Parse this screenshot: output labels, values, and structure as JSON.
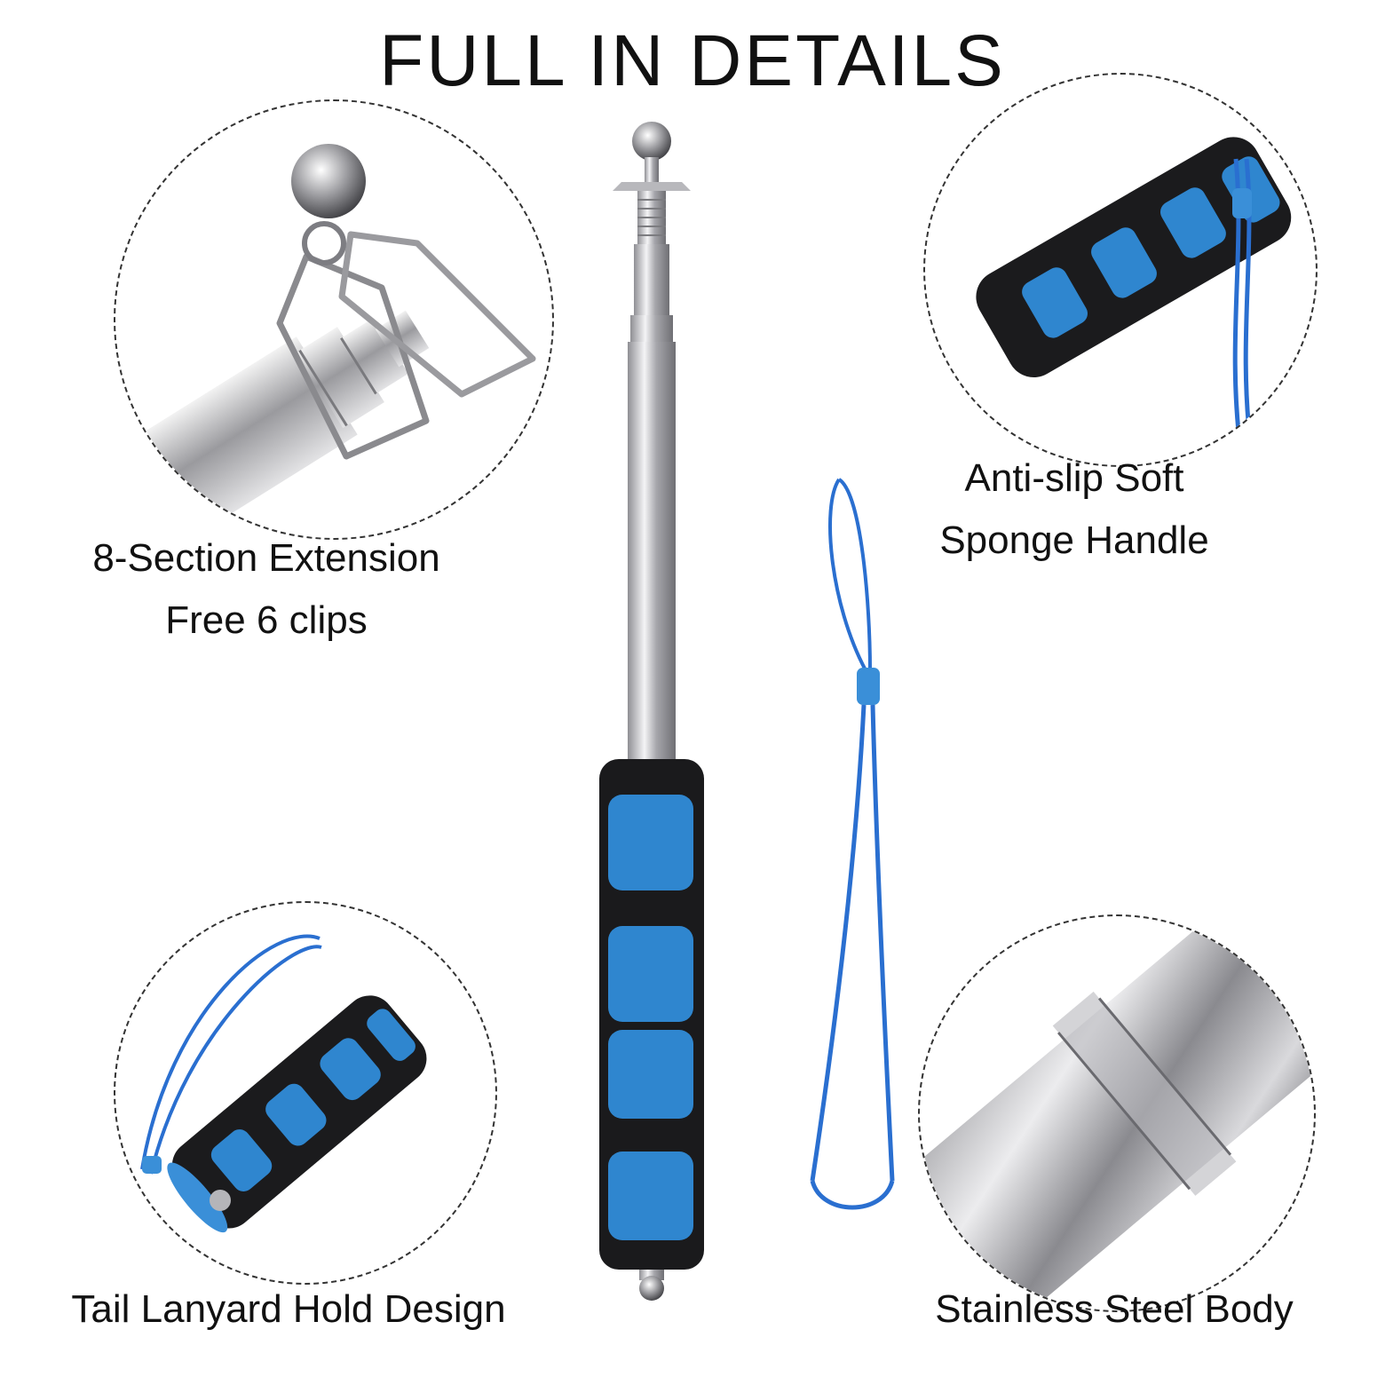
{
  "title": "FULL IN DETAILS",
  "captions": {
    "top_left_line1": "8-Section Extension",
    "top_left_line2": "Free 6 clips",
    "top_right_line1": "Anti-slip Soft",
    "top_right_line2": "Sponge Handle",
    "bottom_left": "Tail Lanyard Hold Design",
    "bottom_right": "Stainless Steel Body"
  },
  "colors": {
    "steel": "#c9c9cc",
    "foam": "#1a1a1a",
    "pad_blue": "#2f86cf",
    "lanyard_blue": "#2a6fd0"
  }
}
